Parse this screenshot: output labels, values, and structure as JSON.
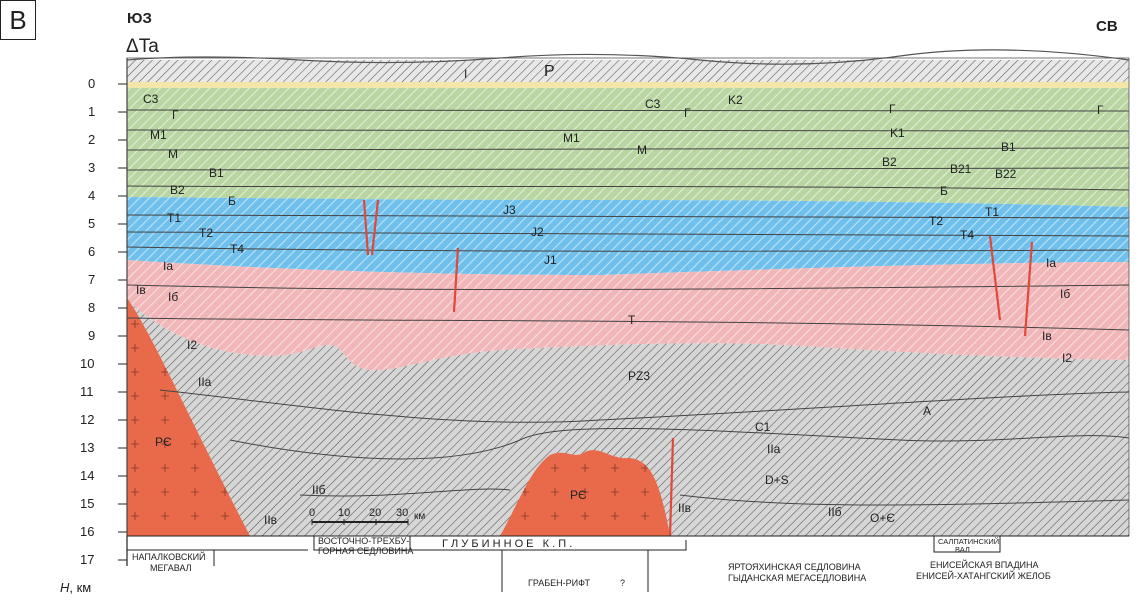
{
  "panel_letter": "В",
  "direction": {
    "left": "ЮЗ",
    "right": "СВ"
  },
  "top_axis_label": "ΔTa",
  "bottom_axis_label": {
    "symbol": "H",
    "unit": ", км"
  },
  "depth_ticks": [
    "0",
    "1",
    "2",
    "3",
    "4",
    "5",
    "6",
    "7",
    "8",
    "9",
    "10",
    "11",
    "12",
    "13",
    "14",
    "15",
    "16",
    "17"
  ],
  "scale_bar": {
    "ticks": [
      "0",
      "10",
      "20",
      "30"
    ],
    "unit": "км"
  },
  "colors": {
    "quaternary": "#f3e6a8",
    "cretaceous": "#b9d6a2",
    "jurassic": "#6fc0ec",
    "triassic": "#f1b6b8",
    "basement": "#cfcfcf",
    "precambrian": "#e86a4a",
    "hatch": "#4a4a4a",
    "fault": "#e0483a"
  },
  "horizon_labels": {
    "p": "Р",
    "i": "I",
    "c3_a": "C3",
    "g_a": "Г",
    "m1_a": "M1",
    "m_a": "M",
    "b1_a": "B1",
    "b2_a": "B2",
    "b_a": "Б",
    "t1_a": "T1",
    "t2_a": "T2",
    "t4_a": "T4",
    "ia_a": "Iа",
    "iv_a": "Iв",
    "ib_a": "Iб",
    "i2_a": "I2",
    "iia_a": "IIа",
    "pe_a": "PЄ",
    "iib_a": "IIб",
    "iiv_a": "IIв",
    "c3_b": "C3",
    "g_b": "Г",
    "k2": "K2",
    "m1_b": "M1",
    "m_b": "M",
    "j3": "J3",
    "j2": "J2",
    "j1": "J1",
    "t": "T",
    "pz3": "PZ3",
    "a": "A",
    "c1": "C1",
    "iia_b": "IIа",
    "ds": "D+S",
    "pe_b": "PЄ",
    "iiv_b": "IIв",
    "iib_b": "IIб",
    "oe": "O+Є",
    "g_c": "Г",
    "k1": "K1",
    "b1_c": "B1",
    "b2_c": "B2",
    "b21": "B21",
    "b22": "B22",
    "b_c": "Б",
    "t1_c": "T1",
    "t2_c": "T2",
    "t4_c": "T4",
    "g_d": "Г",
    "ia_d": "Iа",
    "ib_d": "Iб",
    "iv_d": "Iв",
    "i2_d": "I2"
  },
  "regions": {
    "napalkovsky_1": "НАПАЛКОВСКИЙ",
    "napalkovsky_2": "МЕГАВАЛ",
    "vostochno_1": "ВОСТОЧНО-ТРЕХБУ-",
    "vostochno_2": "ГОРНАЯ СЕДЛОВИНА",
    "glubinnoe": "Г Л У Б И Н Н О Е   К . П .",
    "graben": "ГРАБЕН-РИФТ",
    "graben_q": "?",
    "yarto_1": "ЯРТОЯХИНСКАЯ СЕДЛОВИНА",
    "yarto_2": "ГЫДАНСКАЯ МЕГАСЕДЛОВИНА",
    "salpat_1": "САЛПАТИНСКИЙ",
    "salpat_2": "ВАЛ",
    "enisei_1": "ЕНИСЕЙСКАЯ ВПАДИНА",
    "enisei_2": "ЕНИСЕЙ-ХАТАНГСКИЙ ЖЕЛОБ"
  }
}
